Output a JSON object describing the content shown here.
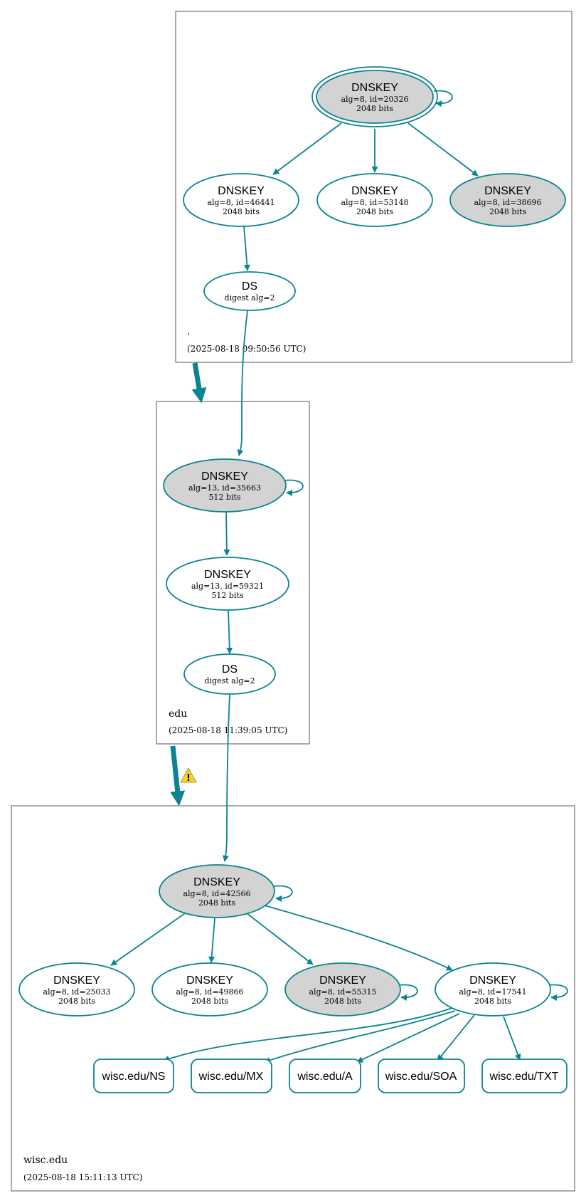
{
  "colors": {
    "edge": "#0a8492",
    "ksk_fill": "#d3d3d3",
    "node_fill": "#ffffff",
    "zone_border": "#555555",
    "warning": "#f2d42c"
  },
  "zones": {
    "root": {
      "name": ".",
      "timestamp": "(2025-08-18 09:50:56 UTC)"
    },
    "edu": {
      "name": "edu",
      "timestamp": "(2025-08-18 11:39:05 UTC)"
    },
    "wisc": {
      "name": "wisc.edu",
      "timestamp": "(2025-08-18 15:11:13 UTC)"
    }
  },
  "nodes": {
    "root_ksk": {
      "title": "DNSKEY",
      "line1": "alg=8, id=20326",
      "line2": "2048 bits"
    },
    "root_zsk1": {
      "title": "DNSKEY",
      "line1": "alg=8, id=46441",
      "line2": "2048 bits"
    },
    "root_zsk2": {
      "title": "DNSKEY",
      "line1": "alg=8, id=53148",
      "line2": "2048 bits"
    },
    "root_k3": {
      "title": "DNSKEY",
      "line1": "alg=8, id=38696",
      "line2": "2048 bits"
    },
    "root_ds": {
      "title": "DS",
      "line1": "digest alg=2"
    },
    "edu_ksk": {
      "title": "DNSKEY",
      "line1": "alg=13, id=35663",
      "line2": "512 bits"
    },
    "edu_zsk": {
      "title": "DNSKEY",
      "line1": "alg=13, id=59321",
      "line2": "512 bits"
    },
    "edu_ds": {
      "title": "DS",
      "line1": "digest alg=2"
    },
    "wisc_ksk": {
      "title": "DNSKEY",
      "line1": "alg=8, id=42566",
      "line2": "2048 bits"
    },
    "wisc_k1": {
      "title": "DNSKEY",
      "line1": "alg=8, id=25033",
      "line2": "2048 bits"
    },
    "wisc_k2": {
      "title": "DNSKEY",
      "line1": "alg=8, id=49866",
      "line2": "2048 bits"
    },
    "wisc_k3": {
      "title": "DNSKEY",
      "line1": "alg=8, id=55315",
      "line2": "2048 bits"
    },
    "wisc_zsk": {
      "title": "DNSKEY",
      "line1": "alg=8, id=17541",
      "line2": "2048 bits"
    }
  },
  "rrsets": {
    "ns": "wisc.edu/NS",
    "mx": "wisc.edu/MX",
    "a": "wisc.edu/A",
    "soa": "wisc.edu/SOA",
    "txt": "wisc.edu/TXT"
  },
  "warning_icon": "warning-triangle-icon"
}
